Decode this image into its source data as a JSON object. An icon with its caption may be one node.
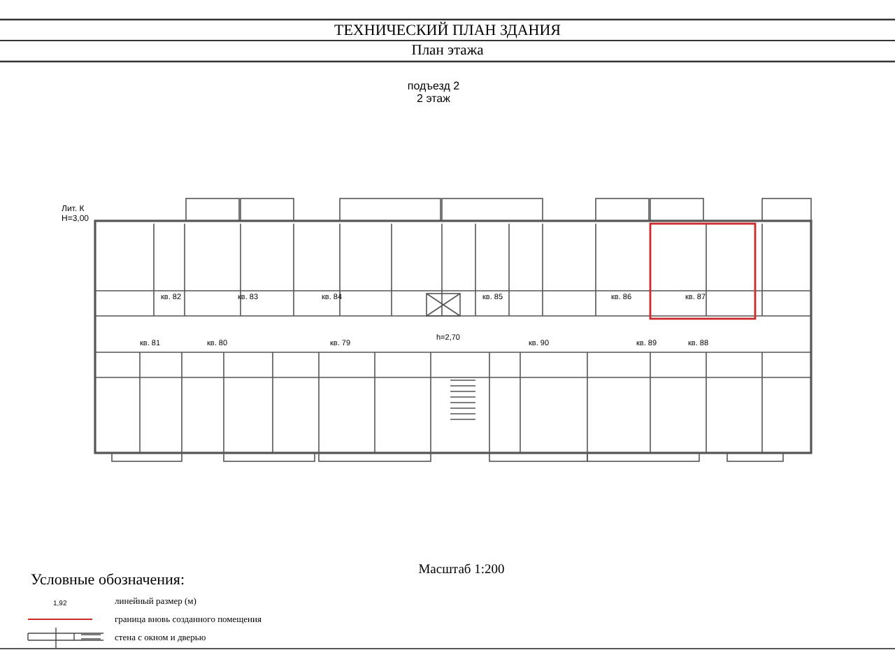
{
  "diagram": {
    "title": "ТЕХНИЧЕСКИЙ ПЛАН ЗДАНИЯ",
    "labels": [
      "План этажа",
      "подъезд 2",
      "2 этаж",
      "Лит. К",
      "Н=3,00",
      "кв. 82",
      "кв. 83",
      "кв. 84",
      "кв. 85",
      "кв. 86",
      "кв. 87",
      "кв. 81",
      "кв. 80",
      "кв. 79",
      "h=2,70",
      "кв. 90",
      "кв. 89",
      "кв. 88",
      "Масштаб 1:200",
      "Условные обозначения:",
      "1,92"
    ],
    "legend": [
      {
        "text": "линейный размер (м)"
      },
      {
        "text": "граница вновь созданного помещения"
      },
      {
        "text": "стена с окном и дверью"
      }
    ]
  }
}
